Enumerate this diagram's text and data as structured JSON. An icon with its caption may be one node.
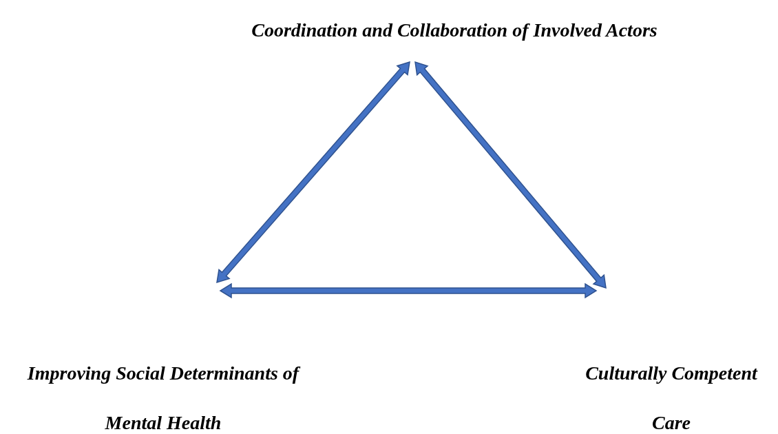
{
  "diagram": {
    "nodes": [
      {
        "text": [
          "Coordination and Collaboration of Involved Actors"
        ]
      },
      {
        "text": [
          "Improving Social Determinants of Mental Health"
        ]
      },
      {
        "text": [
          "Culturally Competent Care"
        ]
      }
    ],
    "edges": [
      {
        "from": 0,
        "to": 1,
        "arrow": "both"
      },
      {
        "from": 0,
        "to": 2,
        "arrow": "both"
      },
      {
        "from": 1,
        "to": 2,
        "arrow": "both"
      }
    ]
  }
}
